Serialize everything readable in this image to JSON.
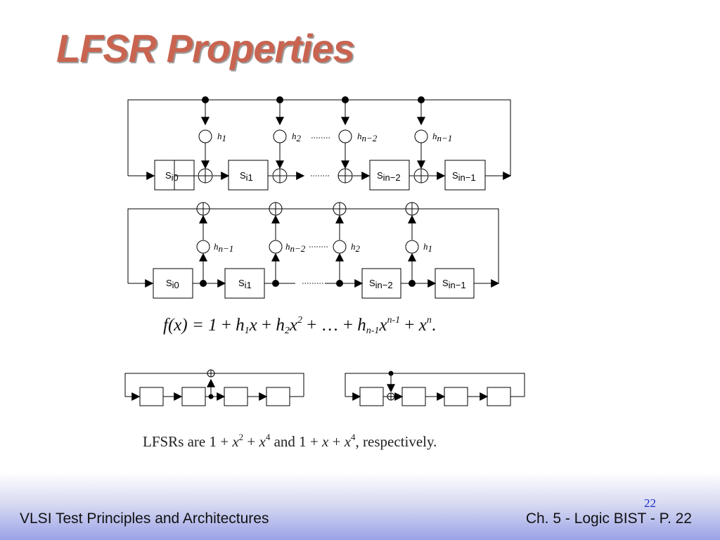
{
  "slide": {
    "title": "LFSR Properties",
    "number": "22",
    "colors": {
      "title": "#c86450",
      "title_shadow": "#9a9a9a",
      "slide_number": "#1c2ec8"
    }
  },
  "footer": {
    "left": "VLSI Test Principles and Architectures",
    "right": "Ch. 5 - Logic BIST - P. 22"
  },
  "diagram": {
    "external_lfsr": {
      "stages": [
        {
          "base": "S",
          "sub": "i0"
        },
        {
          "base": "S",
          "sub": "i1"
        },
        {
          "base": "S",
          "sub": "in−2"
        },
        {
          "base": "S",
          "sub": "in−1"
        }
      ],
      "taps": [
        {
          "base": "h",
          "sub": "1"
        },
        {
          "base": "h",
          "sub": "2"
        },
        {
          "base": "h",
          "sub": "n−2"
        },
        {
          "base": "h",
          "sub": "n−1"
        }
      ]
    },
    "internal_lfsr": {
      "stages": [
        {
          "base": "S",
          "sub": "i0"
        },
        {
          "base": "S",
          "sub": "i1"
        },
        {
          "base": "S",
          "sub": "in−2"
        },
        {
          "base": "S",
          "sub": "in−1"
        }
      ],
      "taps": [
        {
          "base": "h",
          "sub": "n−1"
        },
        {
          "base": "h",
          "sub": "n−2"
        },
        {
          "base": "h",
          "sub": "2"
        },
        {
          "base": "h",
          "sub": "1"
        }
      ]
    },
    "formula": {
      "lhs": "f(x) = ",
      "one": "1",
      "t1": {
        "plus": " + ",
        "coef": "h",
        "sub": "1",
        "var": "x"
      },
      "t2": {
        "plus": " + ",
        "coef": "h",
        "sub": "2",
        "var": "x",
        "sup": "2"
      },
      "ellipsis": " + … + ",
      "tn1": {
        "coef": "h",
        "sub": "n-1",
        "var": "x",
        "sup": "n-1"
      },
      "tn": {
        "plus": " + ",
        "var": "x",
        "sup": "n"
      },
      "end": "."
    },
    "caption": {
      "p1": "LFSRs are 1 + ",
      "x": "x",
      "sup2": "2",
      "plus": " + ",
      "sup4": "4",
      "and": " and 1 + ",
      "end": ", respectively."
    }
  }
}
